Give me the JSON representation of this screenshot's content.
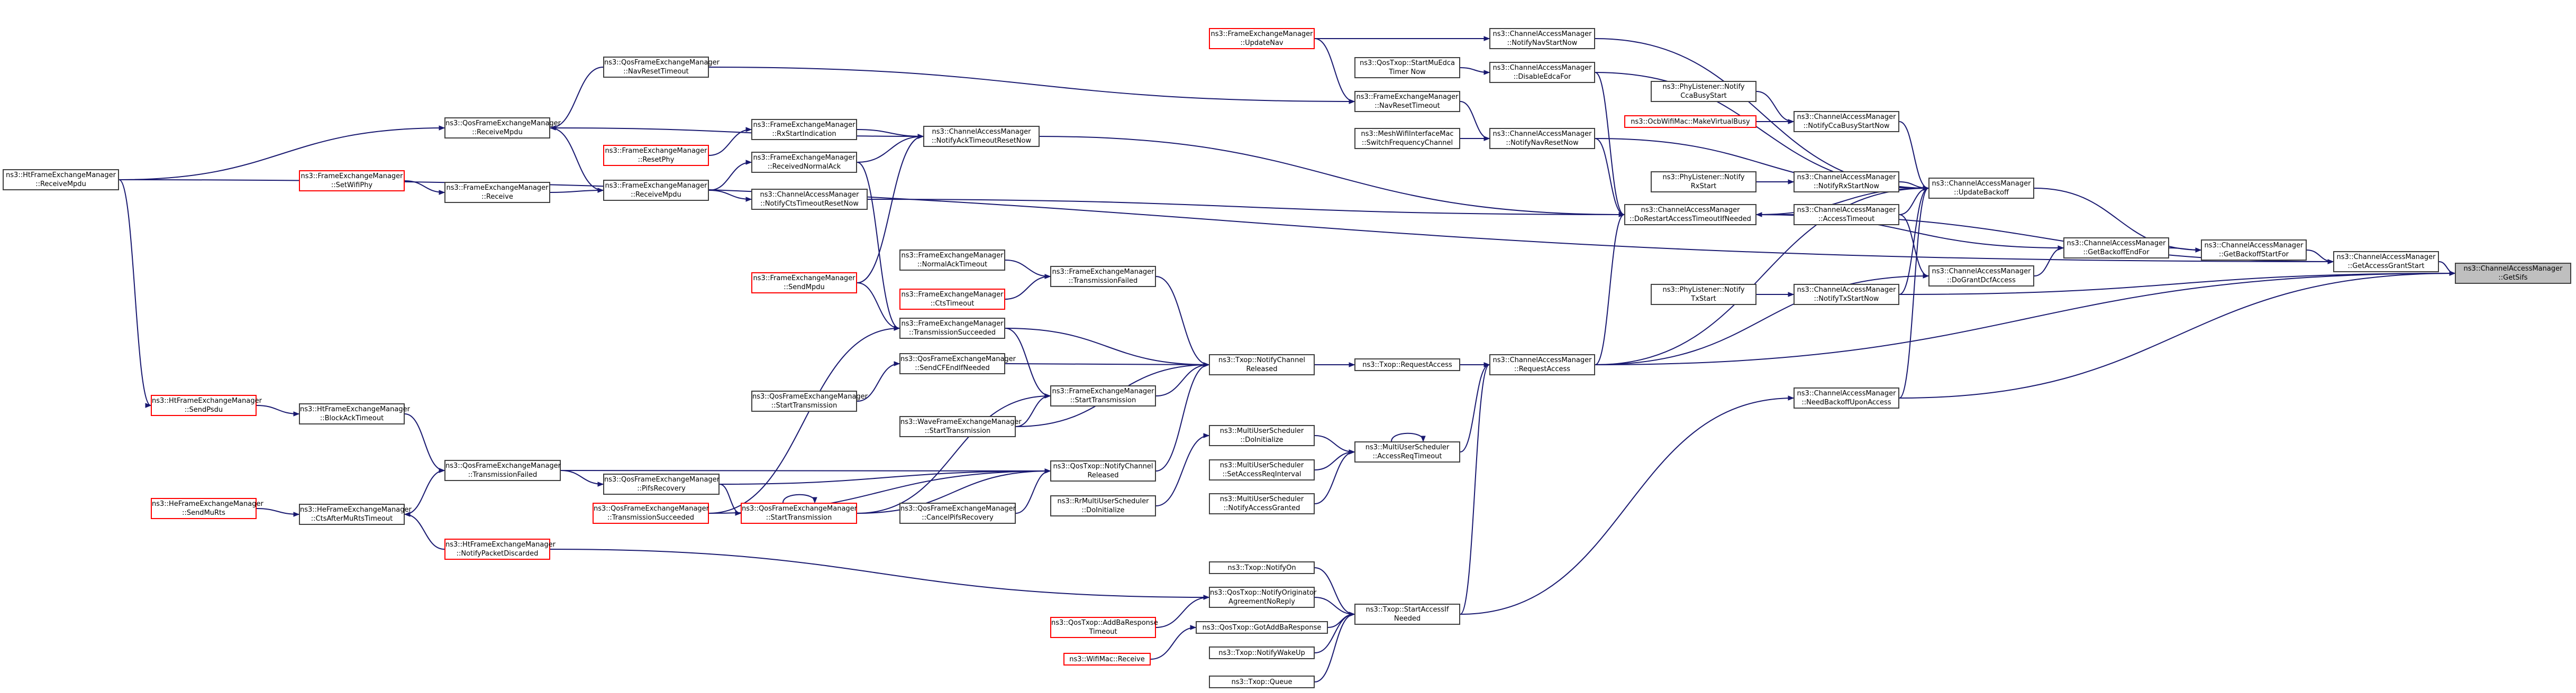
{
  "nodes": [
    {
      "id": "root",
      "lines": [
        "ns3::ChannelAccessManager",
        "::GetSifs"
      ],
      "root": true
    },
    {
      "id": "get_access_grant_start",
      "lines": [
        "ns3::ChannelAccessManager",
        "::GetAccessGrantStart"
      ]
    },
    {
      "id": "get_backoff_start_for",
      "lines": [
        "ns3::ChannelAccessManager",
        "::GetBackoffStartFor"
      ]
    },
    {
      "id": "get_backoff_end_for",
      "lines": [
        "ns3::ChannelAccessManager",
        "::GetBackoffEndFor"
      ]
    },
    {
      "id": "do_grant_dcf_access",
      "lines": [
        "ns3::ChannelAccessManager",
        "::DoGrantDcfAccess"
      ]
    },
    {
      "id": "update_backoff",
      "lines": [
        "ns3::ChannelAccessManager",
        "::UpdateBackoff"
      ]
    },
    {
      "id": "notify_nav_start_now",
      "lines": [
        "ns3::ChannelAccessManager",
        "::NotifyNavStartNow"
      ]
    },
    {
      "id": "disable_edca_for",
      "lines": [
        "ns3::ChannelAccessManager",
        "::DisableEdcaFor"
      ]
    },
    {
      "id": "notify_cca_busy_start_now",
      "lines": [
        "ns3::ChannelAccessManager",
        "::NotifyCcaBusyStartNow"
      ]
    },
    {
      "id": "notify_nav_reset_now",
      "lines": [
        "ns3::ChannelAccessManager",
        "::NotifyNavResetNow"
      ]
    },
    {
      "id": "notify_rx_start_now",
      "lines": [
        "ns3::ChannelAccessManager",
        "::NotifyRxStartNow"
      ]
    },
    {
      "id": "do_restart_access_timeout",
      "lines": [
        "ns3::ChannelAccessManager",
        "::DoRestartAccessTimeoutIfNeeded"
      ]
    },
    {
      "id": "access_timeout",
      "lines": [
        "ns3::ChannelAccessManager",
        "::AccessTimeout"
      ]
    },
    {
      "id": "request_access",
      "lines": [
        "ns3::ChannelAccessManager",
        "::RequestAccess"
      ]
    },
    {
      "id": "notify_tx_start_now",
      "lines": [
        "ns3::ChannelAccessManager",
        "::NotifyTxStartNow"
      ]
    },
    {
      "id": "need_backoff_upon_access",
      "lines": [
        "ns3::ChannelAccessManager",
        "::NeedBackoffUponAccess"
      ]
    },
    {
      "id": "fem_update_nav",
      "lines": [
        "ns3::FrameExchangeManager",
        "::UpdateNav"
      ],
      "red": true
    },
    {
      "id": "qos_txop_start_mu_edca",
      "lines": [
        "ns3::QosTxop::StartMuEdca",
        "Timer Now"
      ]
    },
    {
      "id": "fem_nav_reset_timeout",
      "lines": [
        "ns3::FrameExchangeManager",
        "::NavResetTimeout"
      ]
    },
    {
      "id": "mesh_switch_freq",
      "lines": [
        "ns3::MeshWifiInterfaceMac",
        "::SwitchFrequencyChannel"
      ]
    },
    {
      "id": "phy_listener_cca",
      "lines": [
        "ns3::PhyListener::Notify",
        "CcaBusyStart"
      ]
    },
    {
      "id": "ocb_make_virtual_busy",
      "lines": [
        "ns3::OcbWifiMac::MakeVirtualBusy"
      ],
      "red": true
    },
    {
      "id": "phy_listener_rx",
      "lines": [
        "ns3::PhyListener::Notify",
        "RxStart"
      ]
    },
    {
      "id": "phy_listener_tx",
      "lines": [
        "ns3::PhyListener::Notify",
        "TxStart"
      ]
    },
    {
      "id": "txop_request_access",
      "lines": [
        "ns3::Txop::RequestAccess"
      ]
    },
    {
      "id": "txop_notify_channel_released",
      "lines": [
        "ns3::Txop::NotifyChannel",
        "Released"
      ]
    },
    {
      "id": "mus_access_req_timeout",
      "lines": [
        "ns3::MultiUserScheduler",
        "::AccessReqTimeout"
      ]
    },
    {
      "id": "mus_do_initialize",
      "lines": [
        "ns3::MultiUserScheduler",
        "::DoInitialize"
      ]
    },
    {
      "id": "mus_set_access_req_interval",
      "lines": [
        "ns3::MultiUserScheduler",
        "::SetAccessReqInterval"
      ]
    },
    {
      "id": "mus_notify_access_granted",
      "lines": [
        "ns3::MultiUserScheduler",
        "::NotifyAccessGranted"
      ]
    },
    {
      "id": "txop_start_access_if_needed",
      "lines": [
        "ns3::Txop::StartAccessIf",
        "Needed"
      ]
    },
    {
      "id": "txop_notify_on",
      "lines": [
        "ns3::Txop::NotifyOn"
      ]
    },
    {
      "id": "qos_notify_originator",
      "lines": [
        "ns3::QosTxop::NotifyOriginator",
        "AgreementNoReply"
      ]
    },
    {
      "id": "qos_add_ba_response_timeout",
      "lines": [
        "ns3::QosTxop::AddBaResponse",
        "Timeout"
      ],
      "red": true
    },
    {
      "id": "qos_got_add_ba_response",
      "lines": [
        "ns3::QosTxop::GotAddBaResponse"
      ]
    },
    {
      "id": "wifimac_receive",
      "lines": [
        "ns3::WifiMac::Receive"
      ],
      "red": true
    },
    {
      "id": "txop_notify_wake_up",
      "lines": [
        "ns3::Txop::NotifyWakeUp"
      ]
    },
    {
      "id": "txop_queue",
      "lines": [
        "ns3::Txop::Queue"
      ]
    },
    {
      "id": "qos_txop_notify_channel_released",
      "lines": [
        "ns3::QosTxop::NotifyChannel",
        "Released"
      ]
    },
    {
      "id": "rr_mus_do_initialize",
      "lines": [
        "ns3::RrMultiUserScheduler",
        "::DoInitialize"
      ]
    },
    {
      "id": "fem_transmission_failed",
      "lines": [
        "ns3::FrameExchangeManager",
        "::TransmissionFailed"
      ]
    },
    {
      "id": "fem_transmission_succeeded",
      "lines": [
        "ns3::FrameExchangeManager",
        "::TransmissionSucceeded"
      ]
    },
    {
      "id": "fem_start_transmission",
      "lines": [
        "ns3::FrameExchangeManager",
        "::StartTransmission"
      ]
    },
    {
      "id": "qfem_send_cf_end",
      "lines": [
        "ns3::QosFrameExchangeManager",
        "::SendCFEndIfNeeded"
      ]
    },
    {
      "id": "wave_fem_start_transmission",
      "lines": [
        "ns3::WaveFrameExchangeManager",
        "::StartTransmission"
      ]
    },
    {
      "id": "qfem_cancel_pifs_recovery",
      "lines": [
        "ns3::QosFrameExchangeManager",
        "::CancelPifsRecovery"
      ]
    },
    {
      "id": "fem_normal_ack_timeout",
      "lines": [
        "ns3::FrameExchangeManager",
        "::NormalAckTimeout"
      ]
    },
    {
      "id": "fem_cts_timeout",
      "lines": [
        "ns3::FrameExchangeManager",
        "::CtsTimeout"
      ],
      "red": true
    },
    {
      "id": "fem_send_mpdu",
      "lines": [
        "ns3::FrameExchangeManager",
        "::SendMpdu"
      ],
      "red": true
    },
    {
      "id": "cam_notify_ack_timeout_reset",
      "lines": [
        "ns3::ChannelAccessManager",
        "::NotifyAckTimeoutResetNow"
      ]
    },
    {
      "id": "cam_notify_cts_timeout_reset",
      "lines": [
        "ns3::ChannelAccessManager",
        "::NotifyCtsTimeoutResetNow"
      ]
    },
    {
      "id": "fem_rx_start_indication",
      "lines": [
        "ns3::FrameExchangeManager",
        "::RxStartIndication"
      ]
    },
    {
      "id": "fem_reset_phy",
      "lines": [
        "ns3::FrameExchangeManager",
        "::ResetPhy"
      ],
      "red": true
    },
    {
      "id": "fem_received_normal_ack",
      "lines": [
        "ns3::FrameExchangeManager",
        "::ReceivedNormalAck"
      ]
    },
    {
      "id": "fem_receive_mpdu",
      "lines": [
        "ns3::FrameExchangeManager",
        "::ReceiveMpdu"
      ]
    },
    {
      "id": "qfem_nav_reset_timeout",
      "lines": [
        "ns3::QosFrameExchangeManager",
        "::NavResetTimeout"
      ]
    },
    {
      "id": "qfem_receive_mpdu",
      "lines": [
        "ns3::QosFrameExchangeManager",
        "::ReceiveMpdu"
      ]
    },
    {
      "id": "fem_set_wifi_phy",
      "lines": [
        "ns3::FrameExchangeManager",
        "::SetWifiPhy"
      ],
      "red": true
    },
    {
      "id": "fem_receive",
      "lines": [
        "ns3::FrameExchangeManager",
        "::Receive"
      ]
    },
    {
      "id": "qfem_start_transmission_1",
      "lines": [
        "ns3::QosFrameExchangeManager",
        "::StartTransmission"
      ]
    },
    {
      "id": "qfem_pifs_recovery",
      "lines": [
        "ns3::QosFrameExchangeManager",
        "::PifsRecovery"
      ]
    },
    {
      "id": "qfem_transmission_failed",
      "lines": [
        "ns3::QosFrameExchangeManager",
        "::TransmissionFailed"
      ]
    },
    {
      "id": "qfem_transmission_succeeded",
      "lines": [
        "ns3::QosFrameExchangeManager",
        "::TransmissionSucceeded"
      ],
      "red": true
    },
    {
      "id": "qfem_start_transmission_2",
      "lines": [
        "ns3::QosFrameExchangeManager",
        "::StartTransmission"
      ],
      "red": true
    },
    {
      "id": "htfem_receive_mpdu",
      "lines": [
        "ns3::HtFrameExchangeManager",
        "::ReceiveMpdu"
      ]
    },
    {
      "id": "htfem_send_psdu",
      "lines": [
        "ns3::HtFrameExchangeManager",
        "::SendPsdu"
      ],
      "red": true
    },
    {
      "id": "htfem_block_ack_timeout",
      "lines": [
        "ns3::HtFrameExchangeManager",
        "::BlockAckTimeout"
      ]
    },
    {
      "id": "hefem_send_mu_rts",
      "lines": [
        "ns3::HeFrameExchangeManager",
        "::SendMuRts"
      ],
      "red": true
    },
    {
      "id": "hefem_cts_after_mu_rts_timeout",
      "lines": [
        "ns3::HeFrameExchangeManager",
        "::CtsAfterMuRtsTimeout"
      ]
    },
    {
      "id": "htfem_notify_packet_discarded",
      "lines": [
        "ns3::HtFrameExchangeManager",
        "::NotifyPacketDiscarded"
      ],
      "red": true
    }
  ]
}
